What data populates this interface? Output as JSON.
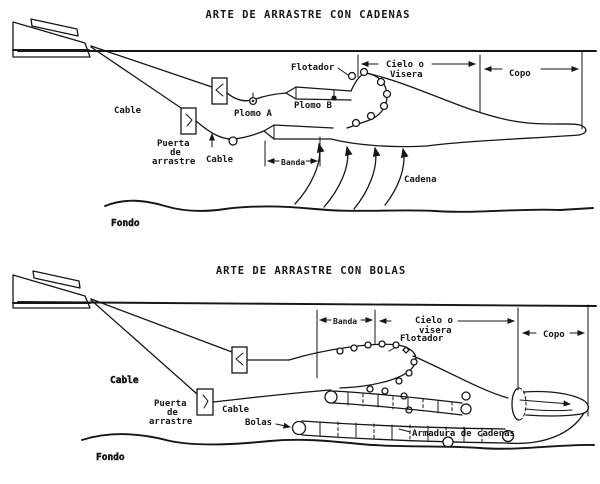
{
  "page": {
    "background": "#ffffff",
    "ink": "#161616"
  },
  "top": {
    "title": "ARTE DE ARRASTRE CON CADENAS",
    "labels": {
      "cable_warp": "Cable",
      "puerta": [
        "Puerta",
        "de",
        "arrastre"
      ],
      "cable_bridle": "Cable",
      "plomo_a": "Plomo A",
      "plomo_b": "Plomo B",
      "flotador": "Flotador",
      "cielo_visera": [
        "Cielo o",
        "Visera"
      ],
      "copo": "Copo",
      "banda": "Banda",
      "cadena": "Cadena",
      "fondo": "Fondo"
    }
  },
  "bottom": {
    "title": "ARTE DE ARRASTRE CON BOLAS",
    "labels": {
      "cable_warp": "Cable",
      "puerta": [
        "Puerta",
        "de",
        "arrastre"
      ],
      "cable_bridle": "Cable",
      "bolas": "Bolas",
      "flotador": "Flotador",
      "banda": "Banda",
      "cielo_visera": [
        "Cielo o",
        "visera"
      ],
      "copo": "Copo",
      "armadura": "Armadura de cadenas",
      "fondo": "Fondo"
    }
  }
}
